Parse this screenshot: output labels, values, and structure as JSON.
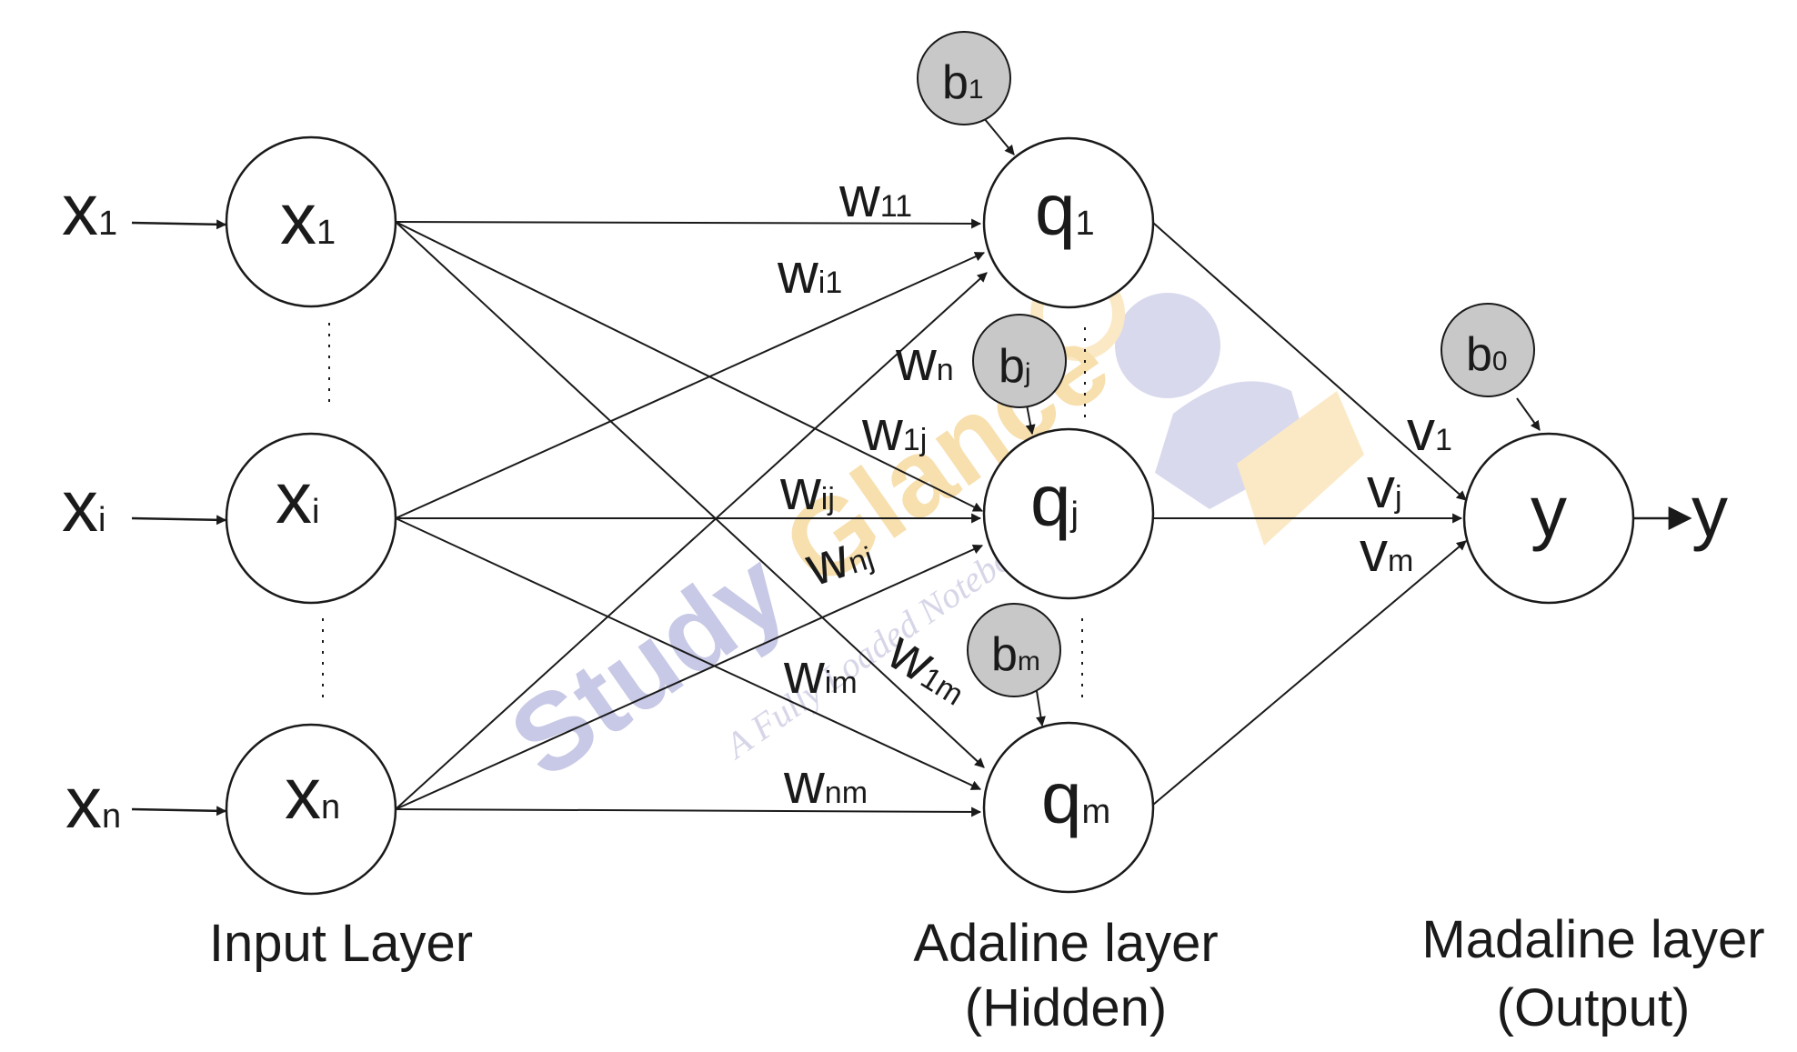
{
  "input_labels": [
    {
      "base": "x",
      "sub": "1"
    },
    {
      "base": "x",
      "sub": "i"
    },
    {
      "base": "x",
      "sub": "n"
    }
  ],
  "input_nodes": [
    {
      "base": "x",
      "sub": "1"
    },
    {
      "base": "x",
      "sub": "i"
    },
    {
      "base": "x",
      "sub": "n"
    }
  ],
  "hidden_nodes": [
    {
      "base": "q",
      "sub": "1"
    },
    {
      "base": "q",
      "sub": "j"
    },
    {
      "base": "q",
      "sub": "m"
    }
  ],
  "hidden_biases": [
    {
      "base": "b",
      "sub": "1"
    },
    {
      "base": "b",
      "sub": "j"
    },
    {
      "base": "b",
      "sub": "m"
    }
  ],
  "weights": {
    "w11": {
      "base": "w",
      "sub": "11"
    },
    "wi1": {
      "base": "w",
      "sub": "i1"
    },
    "wn": {
      "base": "w",
      "sub": "n"
    },
    "w1j": {
      "base": "w",
      "sub": "1j"
    },
    "wij": {
      "base": "w",
      "sub": "ij"
    },
    "wnj": {
      "base": "w",
      "sub": "nj"
    },
    "wim": {
      "base": "w",
      "sub": "im"
    },
    "w1m": {
      "base": "w",
      "sub": "1m"
    },
    "wnm": {
      "base": "w",
      "sub": "nm"
    }
  },
  "output_weights": [
    {
      "base": "v",
      "sub": "1"
    },
    {
      "base": "v",
      "sub": "j"
    },
    {
      "base": "v",
      "sub": "m"
    }
  ],
  "output_node": "y",
  "output_bias": {
    "base": "b",
    "sub": "0"
  },
  "output_label": "y",
  "layers": {
    "input": "Input Layer",
    "hidden_line1": "Adaline layer",
    "hidden_line2": "(Hidden)",
    "output_line1": "Madaline layer",
    "output_line2": "(Output)"
  },
  "watermark": {
    "word1": "Study",
    "word2": "Glance",
    "tagline": "A Fully Loaded Notebook"
  },
  "colors": {
    "node_fill": "#ffffff",
    "bias_fill": "#c8c8c8",
    "line": "#1a1a1a",
    "watermark_blue": "#c8c9e6",
    "watermark_orange": "#f7dfae"
  }
}
